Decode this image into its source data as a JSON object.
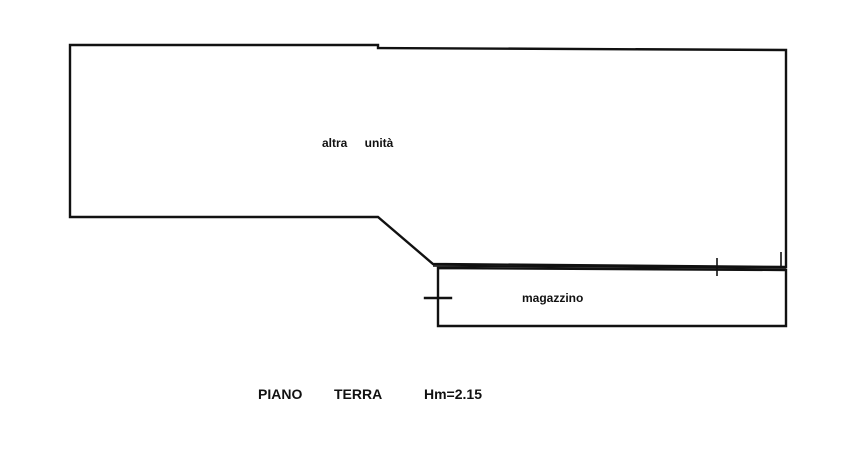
{
  "rooms": {
    "other_unit": "altra unità",
    "storage": "magazzino"
  },
  "floor": {
    "name": "PIANO",
    "level": "TERRA",
    "height": "Hm=2.15"
  }
}
